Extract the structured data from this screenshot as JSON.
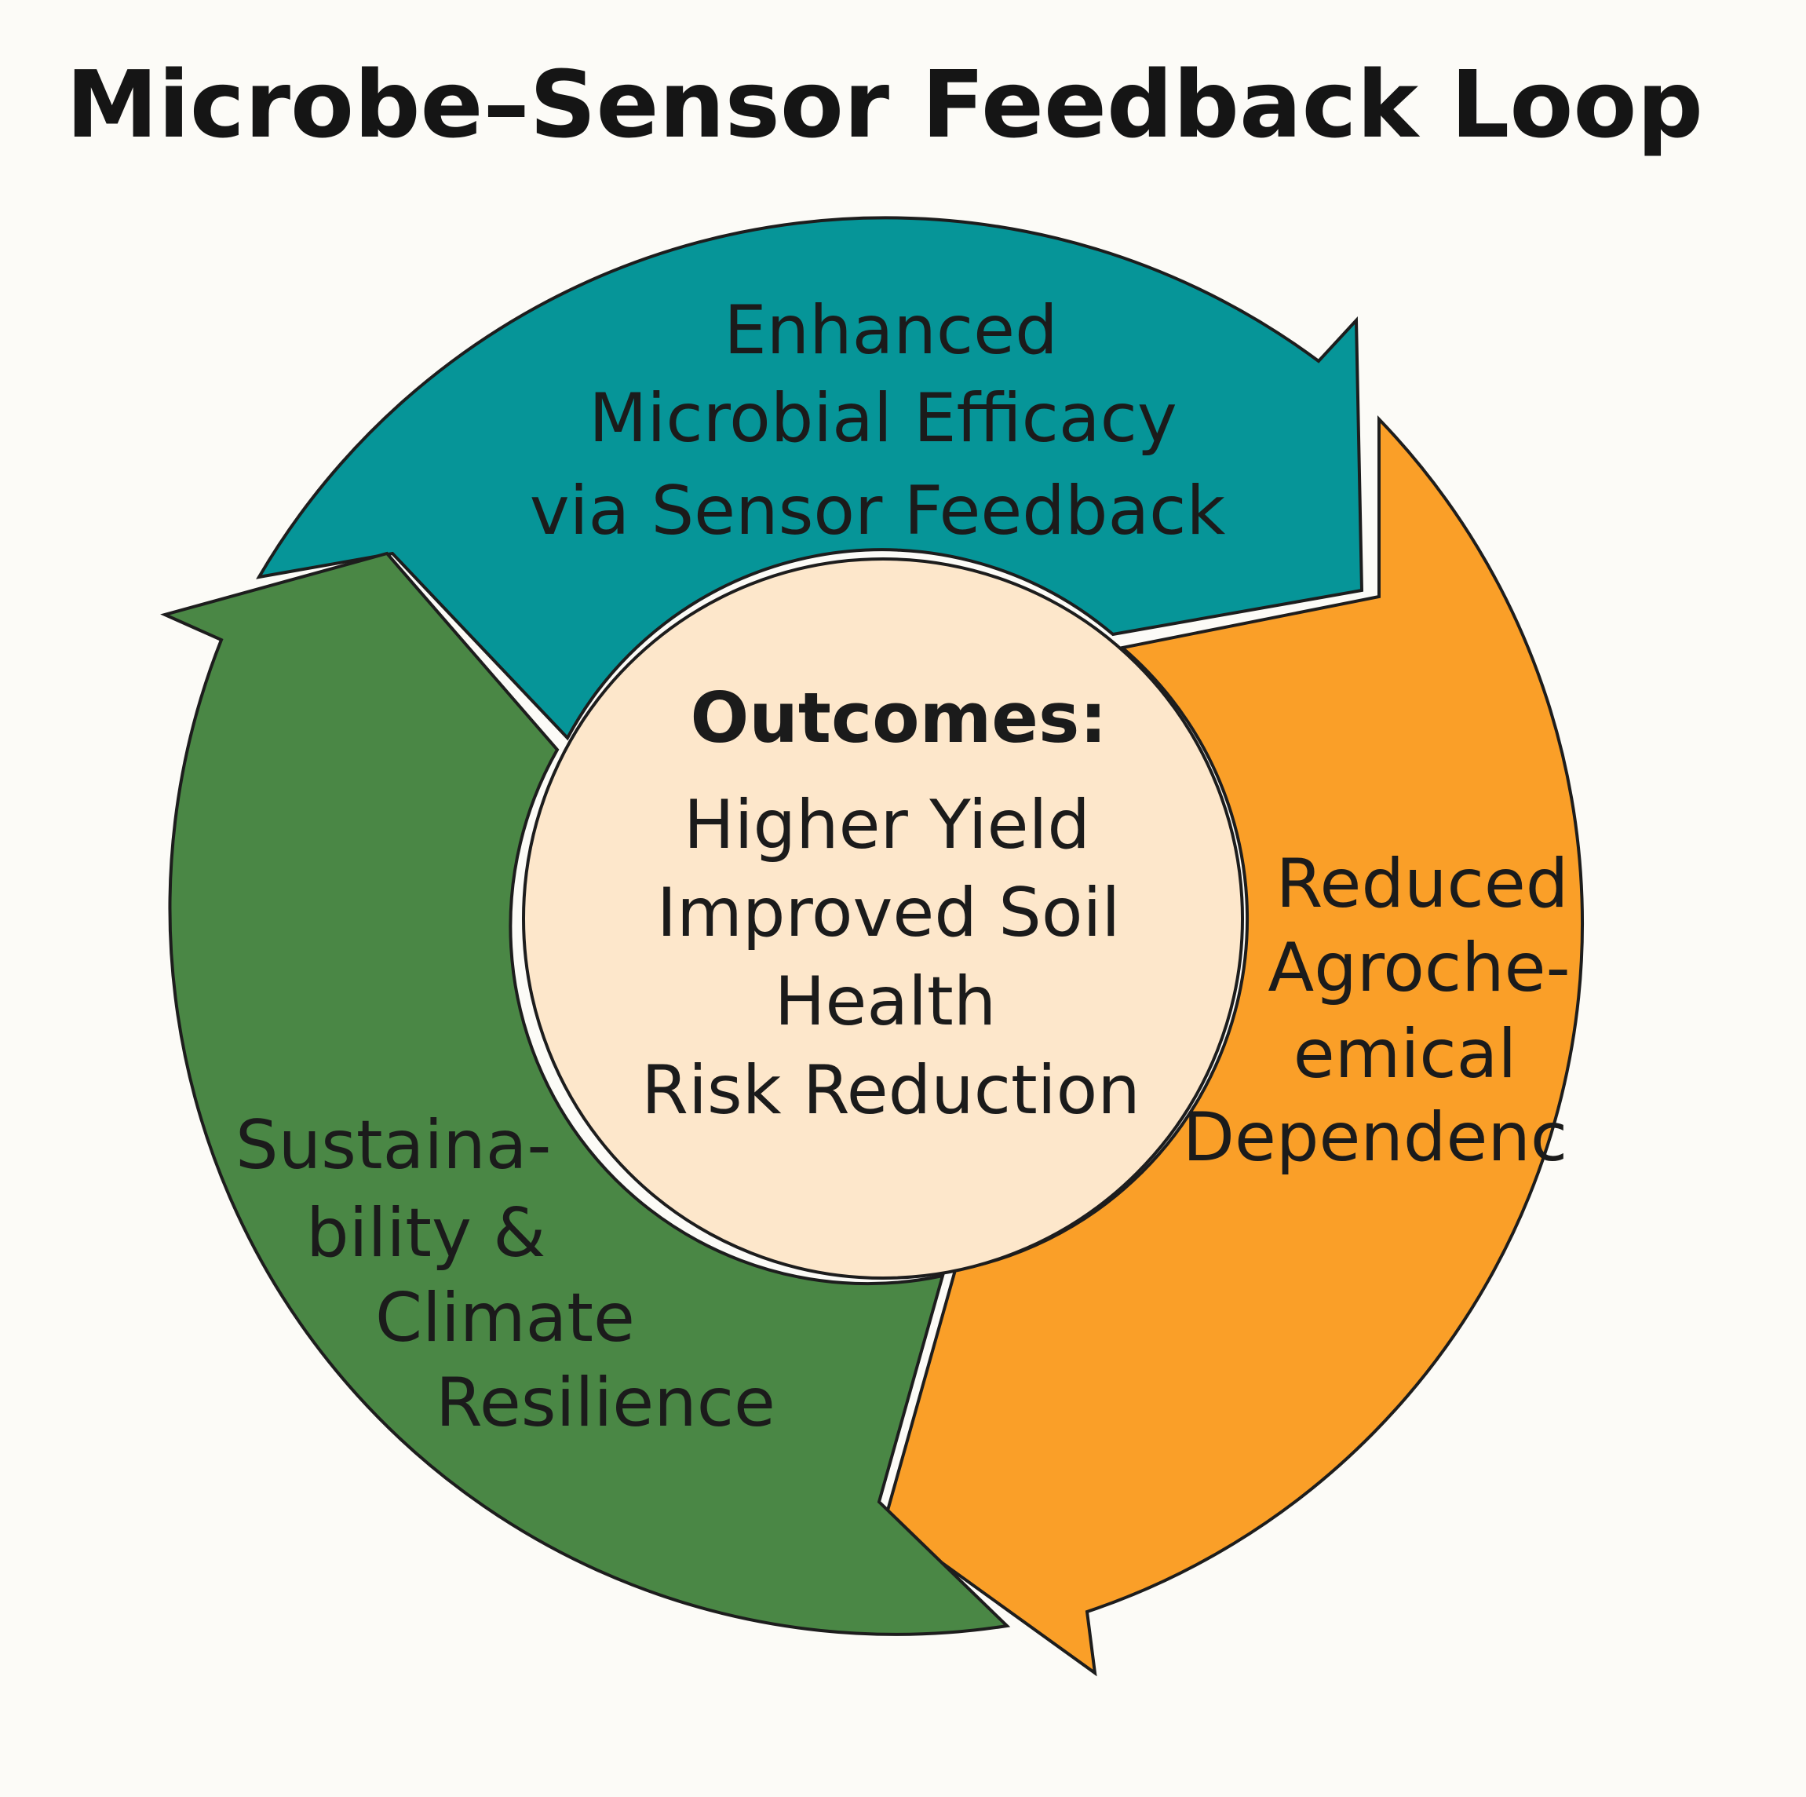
{
  "title": "Microbe–Sensor Feedback Loop",
  "colors": {
    "background": "#fcfbf7",
    "teal": "#069598",
    "orange": "#fa9f28",
    "green": "#4a8745",
    "center": "#fde7cb",
    "outline": "#1d1d1d"
  },
  "segments": {
    "top": {
      "lines": [
        "Enhanced",
        "Microbial Efficacy",
        "via Sensor Feedback"
      ]
    },
    "right": {
      "lines": [
        "Reduced",
        "Agroche-",
        "emical",
        "Dependenc"
      ]
    },
    "left": {
      "lines": [
        "Sustaina-",
        "bility &",
        "Climate",
        "Resilience"
      ]
    }
  },
  "center": {
    "heading": "Outcomes:",
    "lines": [
      "Higher Yield",
      "Improved Soil",
      "Health",
      "Risk Reduction"
    ]
  }
}
